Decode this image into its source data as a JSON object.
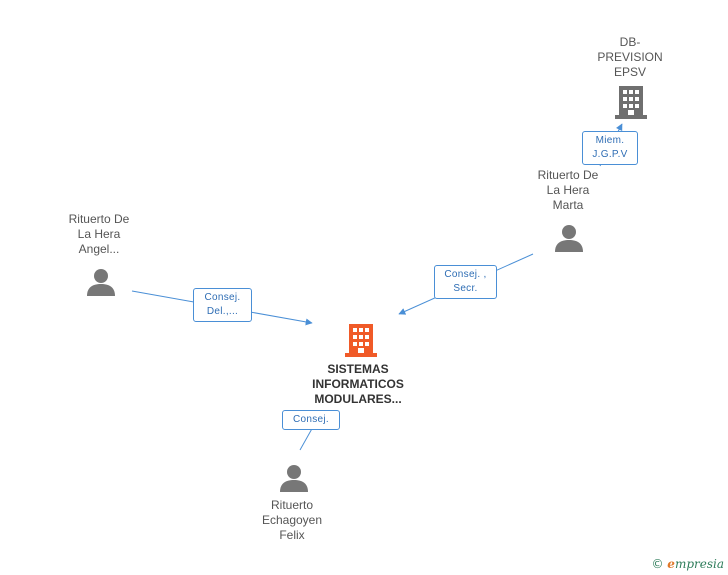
{
  "colors": {
    "edge": "#4a8fd6",
    "person_icon": "#777777",
    "company_gray": "#6f6f6f",
    "company_center": "#f05a28"
  },
  "nodes": {
    "center": {
      "lines": [
        "SISTEMAS",
        "INFORMATICOS",
        "MODULARES..."
      ],
      "icon": "building-icon"
    },
    "db_prevision": {
      "lines": [
        "DB-",
        "PREVISION",
        "EPSV"
      ],
      "icon": "building-icon"
    },
    "marta": {
      "lines": [
        "Rituerto De",
        "La Hera",
        "Marta"
      ],
      "icon": "person-icon"
    },
    "angel": {
      "lines": [
        "Rituerto De",
        "La Hera",
        "Angel..."
      ],
      "icon": "person-icon"
    },
    "felix": {
      "lines": [
        "Rituerto",
        "Echagoyen",
        "Felix"
      ],
      "icon": "person-icon"
    }
  },
  "relations": {
    "angel_center": [
      "Consej.",
      "Del.,..."
    ],
    "marta_center": [
      "Consej. ,",
      "Secr."
    ],
    "marta_db": [
      "Miem.",
      "J.G.P.V"
    ],
    "felix_center": [
      "Consej."
    ]
  },
  "brand": {
    "copyright": "©",
    "name": "mpresia",
    "initial": "e"
  }
}
